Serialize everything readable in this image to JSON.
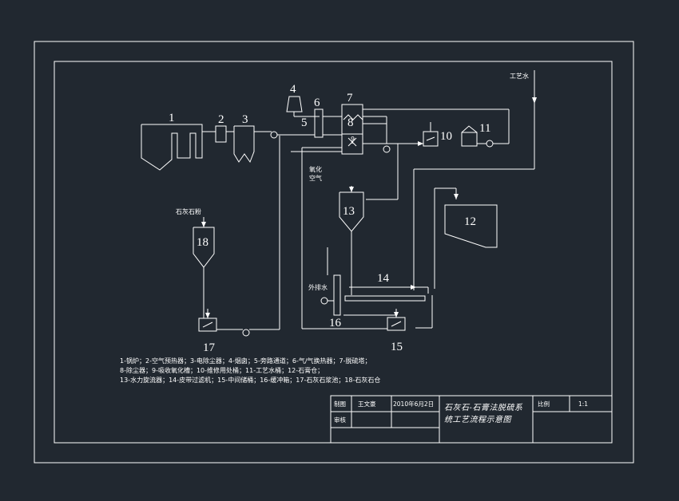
{
  "labels": {
    "boiler": "1",
    "air_preheater": "2",
    "esp": "3",
    "chimney": "4",
    "bypass": "5",
    "ggh": "6",
    "tower": "7",
    "absorber": "8",
    "oxid": "9",
    "wash_tank": "10",
    "process_water_tank": "11",
    "gypsum_store": "12",
    "hydrocyclone": "13",
    "belt_filter": "14",
    "intermediate_tank": "15",
    "buffer_tank": "16",
    "slurry_pool": "17",
    "limestone_bin": "18"
  },
  "annotations": {
    "process_water": "工艺水",
    "oxidation_air": "氧化\n空气",
    "limestone_powder": "石灰石粉",
    "external_drain": "外排水"
  },
  "legend": [
    "1-锅炉；2-空气预热器；3-电除尘器；4-烟囱；5-旁路通道；6-气/气换热器；7-脱硫塔；",
    "8-除尘器；9-吸收氧化槽；10-维修用处桶；11-工艺水桶；12-石膏仓；",
    "13-水力旋流器；14-皮带过滤机；15-中间储桶；16-缓冲箱；17-石灰石浆池；18-石灰石仓"
  ],
  "title_block": {
    "drawn_label": "制图",
    "drawn_by": "王文豪",
    "date": "2010年6月2日",
    "review_label": "审核",
    "title_line1": "石灰石-石膏法脱硫系",
    "title_line2": "统工艺流程示意图",
    "scale_label": "比例",
    "scale_value": "1:1"
  }
}
